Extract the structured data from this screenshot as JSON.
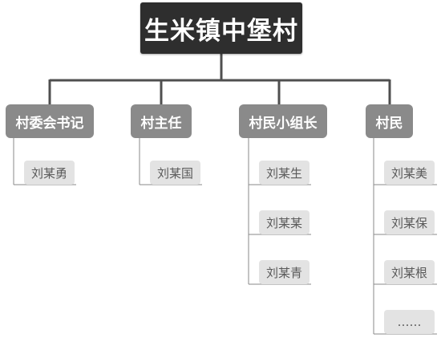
{
  "root": {
    "label": "生米镇中堡村"
  },
  "branches": [
    {
      "role": "村委会书记",
      "members": [
        "刘某勇"
      ]
    },
    {
      "role": "村主任",
      "members": [
        "刘某国"
      ]
    },
    {
      "role": "村民小组长",
      "members": [
        "刘某生",
        "刘某某",
        "刘某青"
      ]
    },
    {
      "role": "村民",
      "members": [
        "刘某美",
        "刘某保",
        "刘某根",
        "……"
      ]
    }
  ],
  "colors": {
    "root_fill": "#2e2e2e",
    "role_fill": "#8a8a8a",
    "member_fill": "#e3e3e3",
    "connector": "#4f4f4f",
    "member_line": "#8a8a8a"
  }
}
